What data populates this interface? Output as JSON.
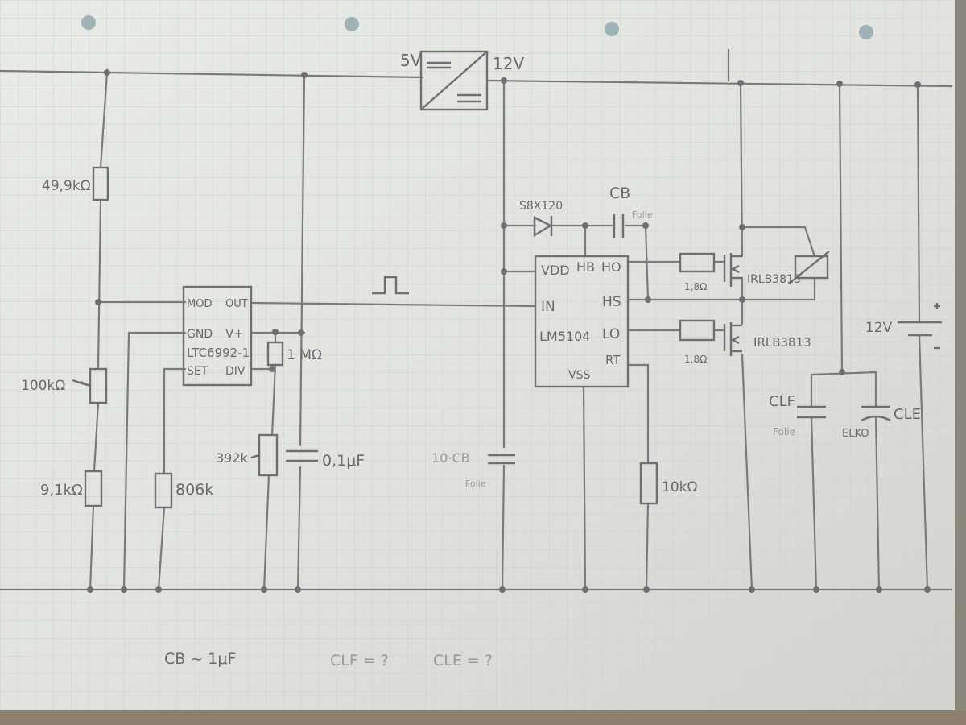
{
  "labels": {
    "vin": "5V",
    "vout": "12V",
    "r_top": "49,9kΩ",
    "pot": "100kΩ",
    "r_bot": "9,1kΩ",
    "r_set": "806k",
    "r_div": "392k",
    "r_1m": "1 MΩ",
    "c_01": "0,1μF",
    "timer_mod": "MOD",
    "timer_out": "OUT",
    "timer_gnd": "GND",
    "timer_vplus": "V+",
    "timer_name": "LTC6992-1",
    "timer_set": "SET",
    "timer_div": "DIV",
    "diode": "S8X120",
    "cb": "CB",
    "cb_note": "Folie",
    "drv_vdd": "VDD",
    "drv_hb": "HB",
    "drv_ho": "HO",
    "drv_in": "IN",
    "drv_hs": "HS",
    "drv_name": "LM5104",
    "drv_lo": "LO",
    "drv_rt": "RT",
    "drv_vss": "VSS",
    "cvdd": "10·CB",
    "cvdd_note": "Folie",
    "r_gate_hi": "1,8Ω",
    "r_gate_lo": "1,8Ω",
    "mos_hi": "IRLB3813",
    "mos_lo": "IRLB3813",
    "r_rt": "10kΩ",
    "clf": "CLF",
    "clf_note": "Folie",
    "cle": "CLE",
    "cle_note": "ELKO",
    "battery": "12V",
    "note_cb": "CB ~ 1μF",
    "note_clf": "CLF = ?",
    "note_cle": "CLE = ?"
  }
}
